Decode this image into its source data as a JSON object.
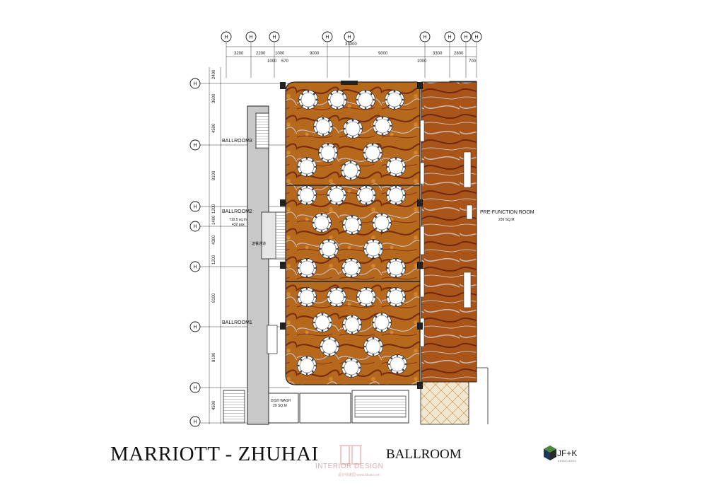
{
  "grid_marks": {
    "top": [
      "H",
      "H",
      "H",
      "H",
      "H",
      "H",
      "H",
      "H",
      "H"
    ],
    "left": [
      "H",
      "H",
      "H",
      "H",
      "H",
      "H",
      "H",
      "H"
    ]
  },
  "top_dimensions": {
    "overall": "33000",
    "segments": [
      "3200",
      "2200",
      "1000",
      "9000",
      "9000",
      "3300",
      "2800"
    ],
    "sub": [
      "1000",
      "570",
      "1000",
      "700"
    ]
  },
  "left_dimensions": [
    "2400",
    "3600",
    "4500",
    "8100",
    "1200",
    "1400",
    "4300",
    "1200",
    "8100",
    "8100",
    "4500"
  ],
  "rooms": {
    "ballroom3": "BALLROOM3",
    "ballroom2": "BALLROOM2",
    "ballroom2_area": "710.5 sq.m",
    "ballroom2_pax": "432 pax",
    "ballroom1": "BALLROOM1",
    "prefunction": "PRE-FUNCTION ROOM",
    "prefunction_area": "239 SQ.M",
    "dishwash": "DISH WASH",
    "dishwash_area": "29 SQ.M",
    "corridor_note": "送餐通道"
  },
  "footer": {
    "project": "MARRIOTT - ZHUHAI",
    "sheet": "BALLROOM",
    "watermark": "INTERIOR DESIGN",
    "watermark_sub": "设计师家园 www.idcat.com",
    "logo": "JF+K",
    "logo_sub": "ASSOCIATES"
  },
  "colors": {
    "carpet_base": "#b6681c",
    "carpet_dark": "#8a3b12",
    "carpet_wave": "#c9b5a8",
    "table": "#ffffff",
    "wall": "#222222",
    "corridor": "#c8c8c8"
  }
}
